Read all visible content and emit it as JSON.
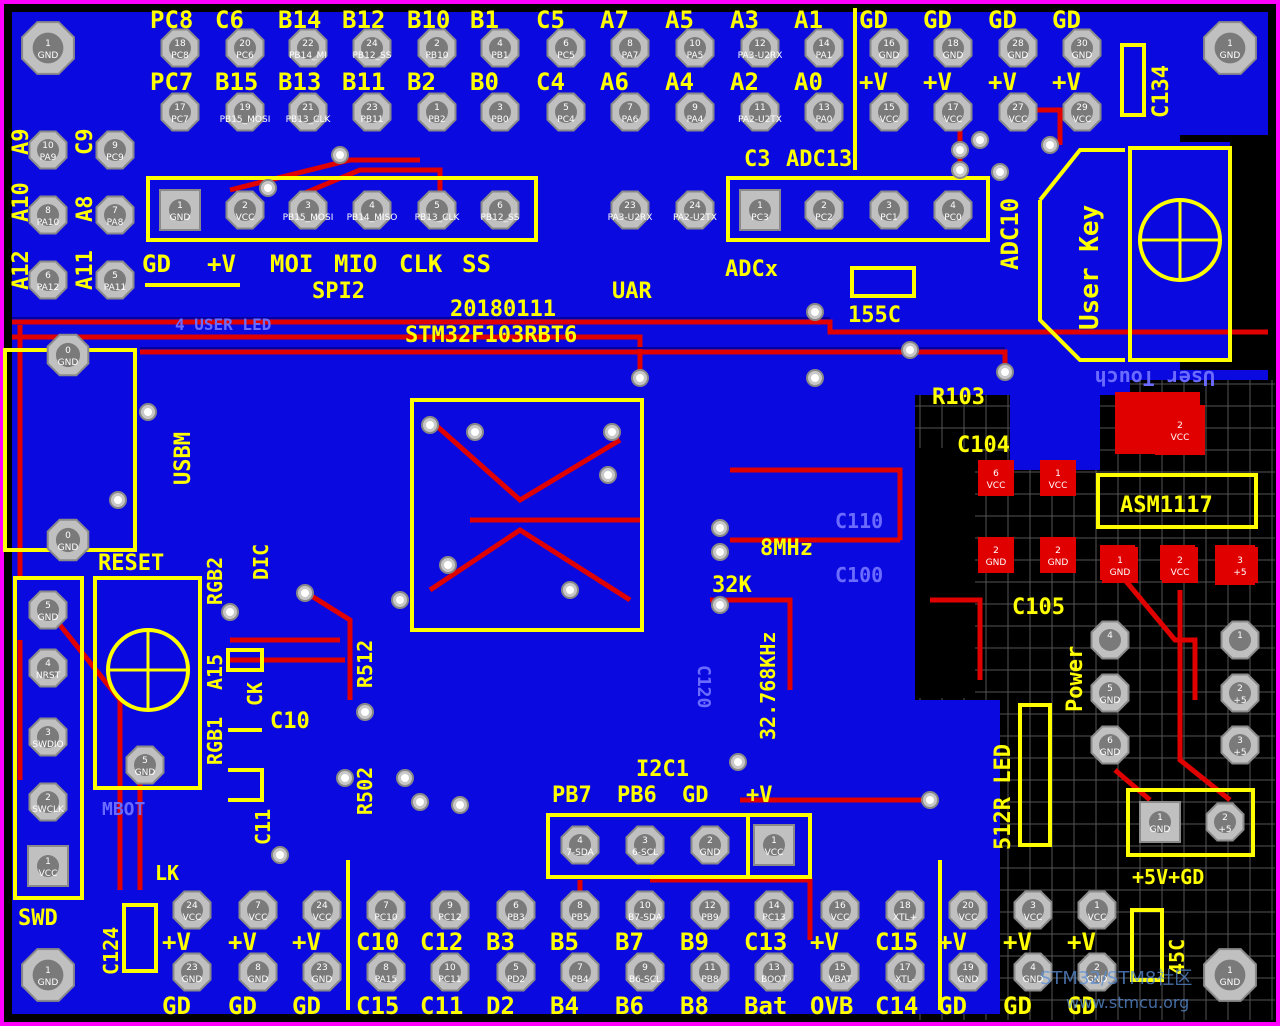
{
  "board": {
    "mcu": "STM32F103RBT6",
    "date_code": "20180111",
    "colors": {
      "copper_bottom": "#0a0ae0",
      "trace_top": "#e00000",
      "silkscreen": "#ffff00",
      "outline": "#ff00ff",
      "pad": "#c0c0c0"
    }
  },
  "top_header": {
    "labels_top": [
      "PC8",
      "C6",
      "B14",
      "B12",
      "B10",
      "B1",
      "C5",
      "A7",
      "A5",
      "A3",
      "A1",
      "GD",
      "GD",
      "GD",
      "GD"
    ],
    "row1": [
      {
        "num": "18",
        "net": "PC8"
      },
      {
        "num": "20",
        "net": "PC6"
      },
      {
        "num": "22",
        "net": "PB14_MI"
      },
      {
        "num": "24",
        "net": "PB12_SS"
      },
      {
        "num": "2",
        "net": "PB10"
      },
      {
        "num": "4",
        "net": "PB1"
      },
      {
        "num": "6",
        "net": "PC5"
      },
      {
        "num": "8",
        "net": "PA7"
      },
      {
        "num": "10",
        "net": "PA5"
      },
      {
        "num": "12",
        "net": "PA3-U2RX"
      },
      {
        "num": "14",
        "net": "PA1"
      },
      {
        "num": "16",
        "net": "GND"
      },
      {
        "num": "18",
        "net": "GND"
      },
      {
        "num": "28",
        "net": "GND"
      },
      {
        "num": "30",
        "net": "GND"
      }
    ],
    "labels_mid": [
      "PC7",
      "B15",
      "B13",
      "B11",
      "B2",
      "B0",
      "C4",
      "A6",
      "A4",
      "A2",
      "A0",
      "+V",
      "+V",
      "+V",
      "+V"
    ],
    "row2": [
      {
        "num": "17",
        "net": "PC7"
      },
      {
        "num": "19",
        "net": "PB15_MOSI"
      },
      {
        "num": "21",
        "net": "PB13_CLK"
      },
      {
        "num": "23",
        "net": "PB11"
      },
      {
        "num": "1",
        "net": "PB2"
      },
      {
        "num": "3",
        "net": "PB0"
      },
      {
        "num": "5",
        "net": "PC4"
      },
      {
        "num": "7",
        "net": "PA6"
      },
      {
        "num": "9",
        "net": "PA4"
      },
      {
        "num": "11",
        "net": "PA2-U2TX"
      },
      {
        "num": "13",
        "net": "PA0"
      },
      {
        "num": "15",
        "net": "VCC"
      },
      {
        "num": "17",
        "net": "VCC"
      },
      {
        "num": "27",
        "net": "VCC"
      },
      {
        "num": "29",
        "net": "VCC"
      }
    ]
  },
  "left_header": {
    "labels_outer": [
      "A9",
      "A10",
      "A12"
    ],
    "labels_inner": [
      "C9",
      "A8",
      "A11"
    ],
    "pads": [
      {
        "num": "10",
        "net": "PA9"
      },
      {
        "num": "9",
        "net": "PC9"
      },
      {
        "num": "8",
        "net": "PA10"
      },
      {
        "num": "7",
        "net": "PA8"
      },
      {
        "num": "6",
        "net": "PA12"
      },
      {
        "num": "5",
        "net": "PA11"
      }
    ]
  },
  "spi": {
    "title": "SPI2",
    "labels": [
      "GD",
      "+V",
      "MOI",
      "MIO",
      "CLK",
      "SS"
    ],
    "pads": [
      {
        "num": "1",
        "net": "GND"
      },
      {
        "num": "2",
        "net": "VCC"
      },
      {
        "num": "3",
        "net": "PB15_MOSI"
      },
      {
        "num": "4",
        "net": "PB14_MISO"
      },
      {
        "num": "5",
        "net": "PB13_CLK"
      },
      {
        "num": "6",
        "net": "PB12_SS"
      }
    ]
  },
  "uart": {
    "title": "UAR",
    "pads": [
      {
        "num": "23",
        "net": "PA3-U2RX"
      },
      {
        "num": "24",
        "net": "PA2-U2TX"
      }
    ]
  },
  "adc": {
    "title": "ADCx",
    "top_label": "ADC13",
    "right_label": "ADC10",
    "silk_left": "C3",
    "pads": [
      {
        "num": "1",
        "net": "PC3"
      },
      {
        "num": "2",
        "net": "PC2"
      },
      {
        "num": "3",
        "net": "PC1"
      },
      {
        "num": "4",
        "net": "PC0"
      }
    ]
  },
  "user_key": {
    "label": "User Key",
    "mirror": "User Touch"
  },
  "components": {
    "c134": "C134",
    "c155": "155C",
    "r103": "R103",
    "c104": "C104",
    "asm": "ASM1117",
    "c105": "C105",
    "power": "Power",
    "led": "512R LED",
    "c145": "45C",
    "c124": "C124",
    "lk": "LK",
    "ck": "CK",
    "c101": "C10",
    "r502": "R502",
    "r512": "R512",
    "c11": "C11",
    "led_label": "4 USER LED"
  },
  "usb": {
    "label": "USBM",
    "pads": [
      {
        "num": "0",
        "net": "GND"
      },
      {
        "num": "0",
        "net": "GND"
      }
    ]
  },
  "reset": {
    "label": "RESET",
    "rgb2": "RGB2",
    "rgb1": "RGB1",
    "a15": "A15",
    "dic": "DIC",
    "mbot": "MBOT",
    "pad": {
      "num": "5",
      "net": "GND"
    }
  },
  "swd": {
    "label": "SWD",
    "pads": [
      {
        "num": "5",
        "net": "GND"
      },
      {
        "num": "4",
        "net": "NRST"
      },
      {
        "num": "3",
        "net": "SWDIO"
      },
      {
        "num": "2",
        "net": "SWCLK"
      },
      {
        "num": "1",
        "net": "VCC"
      }
    ]
  },
  "crystal": {
    "f_high": "8MHz",
    "f_low": "32K",
    "f_low2": "32.768KHz",
    "c110": "C110",
    "c100": "C100",
    "c120": "C120"
  },
  "i2c": {
    "title": "I2C1",
    "labels": [
      "PB7",
      "PB6",
      "GD",
      "+V"
    ],
    "pads": [
      {
        "num": "4",
        "net": "7-SDA"
      },
      {
        "num": "3",
        "net": "6-SCL"
      },
      {
        "num": "2",
        "net": "GND"
      },
      {
        "num": "1",
        "net": "VCC"
      }
    ]
  },
  "regulator": {
    "pads_top": [
      {
        "num": "6",
        "net": "VCC"
      },
      {
        "num": "1",
        "net": "VCC"
      }
    ],
    "pads_mid": [
      {
        "num": "2",
        "net": "GND"
      },
      {
        "num": "2",
        "net": "GND"
      }
    ],
    "pads_asm": [
      {
        "num": "1",
        "net": "GND"
      },
      {
        "num": "2",
        "net": "VCC"
      },
      {
        "num": "3",
        "net": "+5"
      }
    ],
    "tab": {
      "num": "2",
      "net": "VCC"
    }
  },
  "power_header": {
    "pads": [
      {
        "num": "4",
        "net": ""
      },
      {
        "num": "1",
        "net": ""
      },
      {
        "num": "5",
        "net": "GND"
      },
      {
        "num": "2",
        "net": "+5"
      },
      {
        "num": "6",
        "net": "GND"
      },
      {
        "num": "3",
        "net": "+5"
      }
    ],
    "out_pads": [
      {
        "num": "1",
        "net": "GND"
      },
      {
        "num": "2",
        "net": "+5"
      }
    ],
    "out_label": "+5V+GD"
  },
  "bottom_header": {
    "labels_mid": [
      "+V",
      "+V",
      "+V",
      "C10",
      "C12",
      "B3",
      "B5",
      "B7",
      "B9",
      "C13",
      "+V",
      "C15",
      "+V",
      "+V",
      "+V"
    ],
    "row1": [
      {
        "num": "24",
        "net": "VCC"
      },
      {
        "num": "7",
        "net": "VCC"
      },
      {
        "num": "24",
        "net": "VCC"
      },
      {
        "num": "7",
        "net": "PC10"
      },
      {
        "num": "9",
        "net": "PC12"
      },
      {
        "num": "6",
        "net": "PB3"
      },
      {
        "num": "8",
        "net": "PB5"
      },
      {
        "num": "10",
        "net": "B7-SDA"
      },
      {
        "num": "12",
        "net": "PB9"
      },
      {
        "num": "14",
        "net": "PC13"
      },
      {
        "num": "16",
        "net": "VCC"
      },
      {
        "num": "18",
        "net": "XTL+"
      },
      {
        "num": "20",
        "net": "VCC"
      },
      {
        "num": "3",
        "net": "VCC"
      },
      {
        "num": "1",
        "net": "VCC"
      }
    ],
    "row2": [
      {
        "num": "23",
        "net": "GND"
      },
      {
        "num": "8",
        "net": "GND"
      },
      {
        "num": "23",
        "net": "GND"
      },
      {
        "num": "8",
        "net": "PA15"
      },
      {
        "num": "10",
        "net": "PC11"
      },
      {
        "num": "5",
        "net": "PD2"
      },
      {
        "num": "7",
        "net": "PB4"
      },
      {
        "num": "9",
        "net": "B6-SCL"
      },
      {
        "num": "11",
        "net": "PB8"
      },
      {
        "num": "13",
        "net": "BOOT"
      },
      {
        "num": "15",
        "net": "VBAT"
      },
      {
        "num": "17",
        "net": "XTL-"
      },
      {
        "num": "19",
        "net": "GND"
      },
      {
        "num": "4",
        "net": "GND"
      },
      {
        "num": "2",
        "net": "GND"
      }
    ],
    "labels_bottom": [
      "GD",
      "GD",
      "GD",
      "C15",
      "C11",
      "D2",
      "B4",
      "B6",
      "B8",
      "Bat",
      "OVB",
      "C14",
      "GD",
      "GD",
      "GD"
    ]
  },
  "corners": [
    {
      "num": "1",
      "net": "GND"
    },
    {
      "num": "1",
      "net": "GND"
    },
    {
      "num": "1",
      "net": "GND"
    },
    {
      "num": "1",
      "net": "GND"
    }
  ],
  "watermark": {
    "line1": "STM32/STM8社区",
    "line2": "www.stmcu.org"
  }
}
